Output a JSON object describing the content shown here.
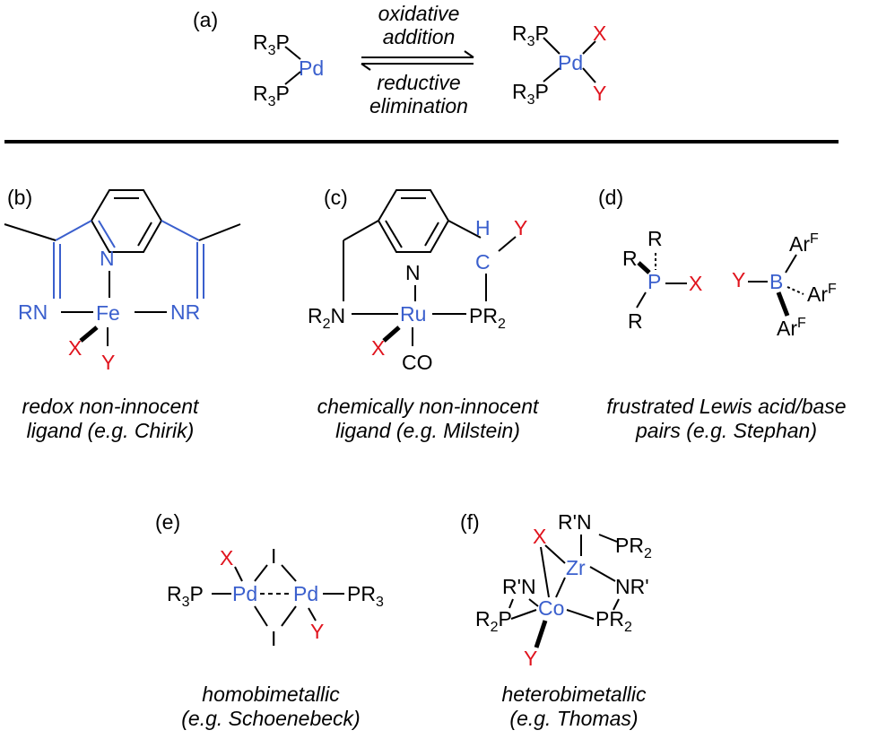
{
  "colors": {
    "metal": "#3a5fcd",
    "substituent": "#e0141e",
    "text": "#000000"
  },
  "panel_a": {
    "label": "(a)",
    "forward": [
      "oxidative",
      "addition"
    ],
    "reverse": [
      "reductive",
      "elimination"
    ],
    "left": {
      "metal": "Pd",
      "ligand1": "R3P",
      "ligand2": "R3P"
    },
    "right": {
      "metal": "Pd",
      "ligand1": "R3P",
      "ligand2": "R3P",
      "x": "X",
      "y": "Y"
    }
  },
  "panels": [
    {
      "label": "(b)",
      "caption": [
        "redox non-innocent",
        "ligand (e.g. Chirik)"
      ]
    },
    {
      "label": "(c)",
      "caption": [
        "chemically non-innocent",
        "ligand (e.g. Milstein)"
      ]
    },
    {
      "label": "(d)",
      "caption": [
        "frustrated Lewis acid/base",
        "pairs (e.g. Stephan)"
      ]
    },
    {
      "label": "(e)",
      "caption": [
        "homobimetallic",
        "(e.g. Schoenebeck)"
      ]
    },
    {
      "label": "(f)",
      "caption": [
        "heterobimetallic",
        "(e.g. Thomas)"
      ]
    }
  ],
  "atoms": {
    "b": {
      "metal": "Fe",
      "n": "N",
      "rn": "RN",
      "nr": "NR",
      "x": "X",
      "y": "Y"
    },
    "c": {
      "metal": "Ru",
      "n": "N",
      "r2n": "R2N",
      "pr2": "PR2",
      "co": "CO",
      "h": "H",
      "c": "C",
      "x": "X",
      "y": "Y"
    },
    "d": {
      "p": "P",
      "b": "B",
      "r": "R",
      "x": "X",
      "y": "Y",
      "arf": "ArF"
    },
    "e": {
      "pd": "Pd",
      "i": "I",
      "r3p": "R3P",
      "pr3": "PR3",
      "x": "X",
      "y": "Y"
    },
    "f": {
      "zr": "Zr",
      "co": "Co",
      "rpn": "R'N",
      "nrp": "NR'",
      "pr2": "PR2",
      "r2p": "R2P",
      "x": "X",
      "y": "Y"
    }
  }
}
